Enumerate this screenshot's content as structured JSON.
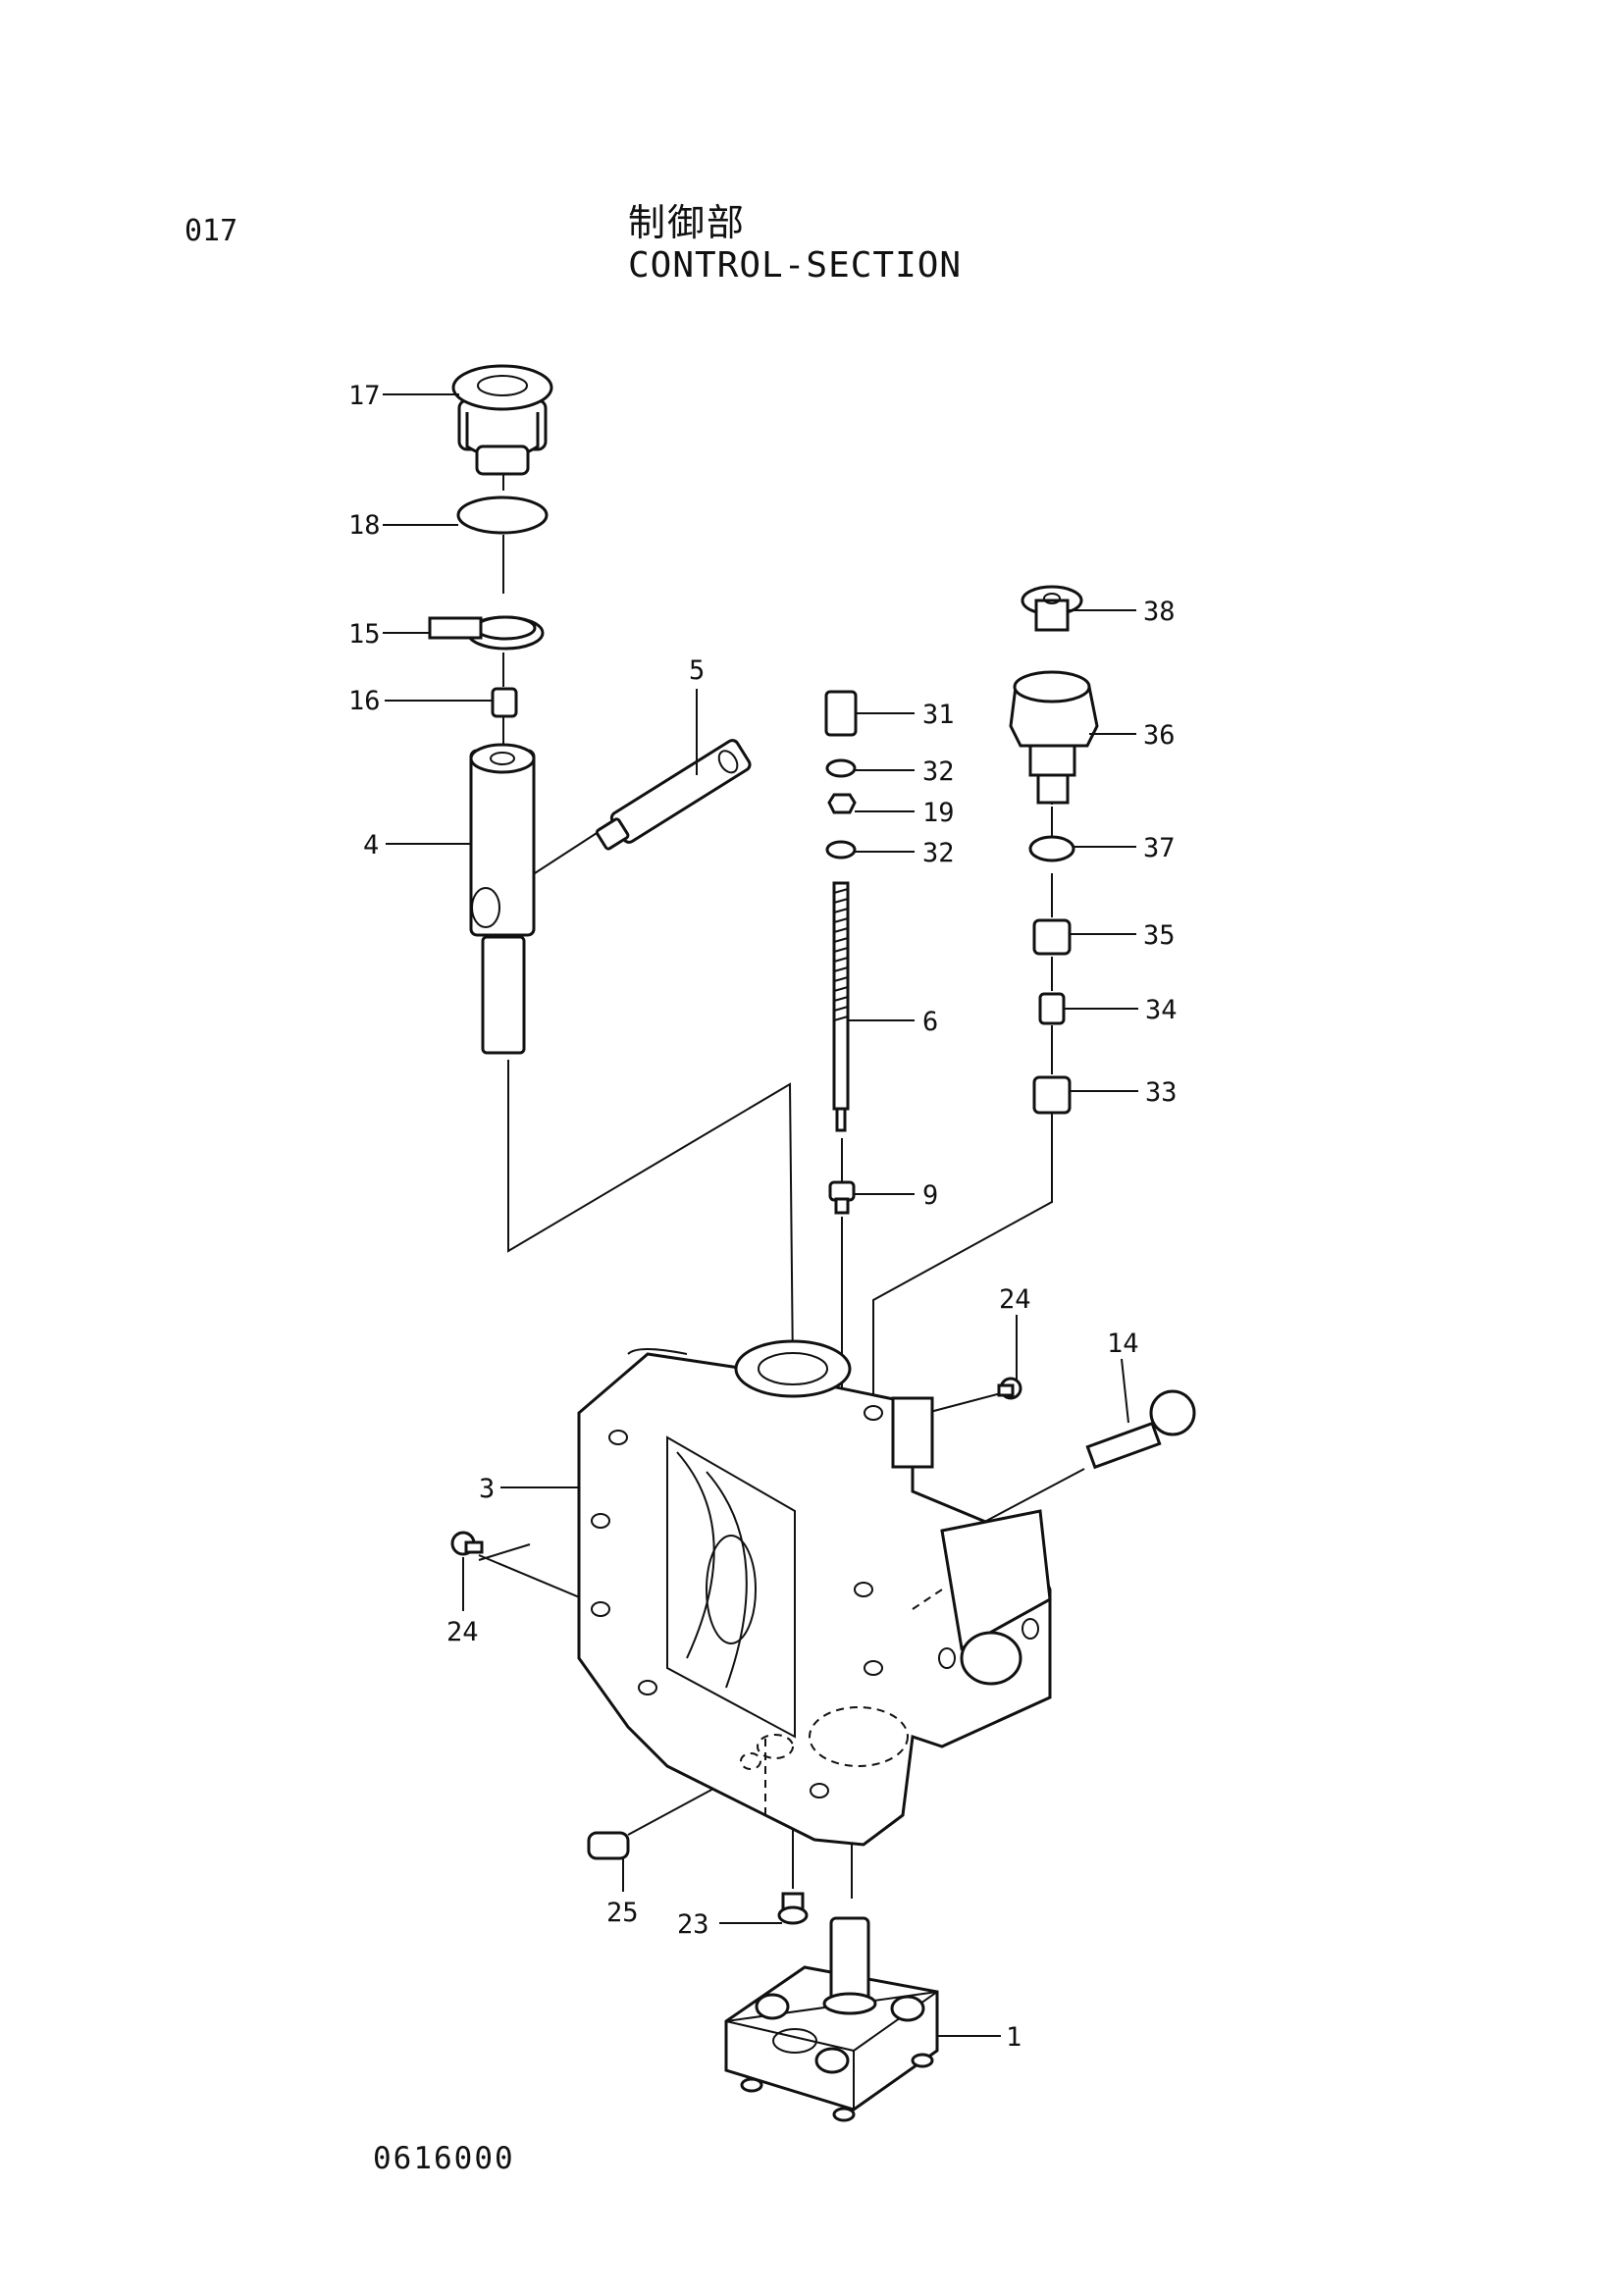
{
  "page_number": "017",
  "title_jp": "制御部",
  "title_en": "CONTROL-SECTION",
  "drawing_code": "0616000",
  "callouts": {
    "c17": "17",
    "c18": "18",
    "c15": "15",
    "c16": "16",
    "c4": "4",
    "c5": "5",
    "c31": "31",
    "c32a": "32",
    "c19": "19",
    "c32b": "32",
    "c6": "6",
    "c9": "9",
    "c38": "38",
    "c36": "36",
    "c37": "37",
    "c35": "35",
    "c34": "34",
    "c33": "33",
    "c24a": "24",
    "c14": "14",
    "c3": "3",
    "c24b": "24",
    "c25": "25",
    "c23": "23",
    "c1": "1"
  }
}
